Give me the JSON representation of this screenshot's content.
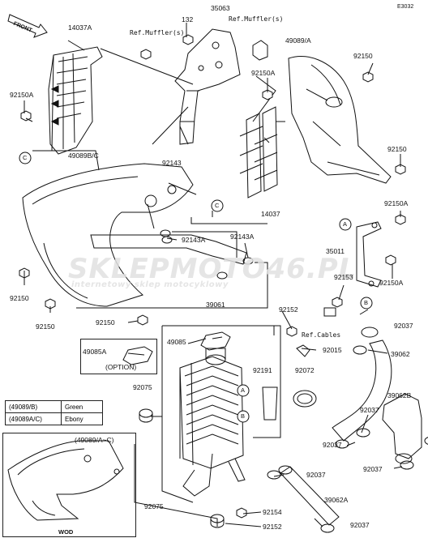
{
  "code": "E3032",
  "front": "FRONT",
  "refs": {
    "muffler_left": "Ref.Muffler(s)",
    "muffler_right": "Ref.Muffler(s)",
    "cables": "Ref.Cables",
    "option": "(OPTION)",
    "wod": "WOD",
    "wod_note": "(49089/A~C)"
  },
  "callouts": {
    "a": "A",
    "b": "B",
    "c": "C"
  },
  "legend": [
    {
      "part": "(49089/B)",
      "color": "Green"
    },
    {
      "part": "(49089A/C)",
      "color": "Ebony"
    }
  ],
  "parts": {
    "p14037a": "14037A",
    "p132": "132",
    "p35063": "35063",
    "p92150a_left": "92150A",
    "p49089a": "49089/A",
    "p92150_r1": "92150",
    "p92150a_mid": "92150A",
    "p92150_r2": "92150",
    "p49089bc": "49089B/C",
    "p92143": "92143",
    "p92150a_r3": "92150A",
    "p14037": "14037",
    "p92143a_1": "92143A",
    "p92143a_2": "92143A",
    "p35011": "35011",
    "p92150_l1": "92150",
    "p92150_l2": "92150",
    "p92153": "92153",
    "p92150a_r4": "92150A",
    "p92150_mid": "92150",
    "p39061": "39061",
    "p92152_1": "92152",
    "p92037_1": "92037",
    "p49085": "49085",
    "p49085a": "49085A",
    "p92015": "92015",
    "p39062": "39062",
    "p92191": "92191",
    "p92072": "92072",
    "p92075_1": "92075",
    "p39062b": "39062B",
    "p92037_2": "92037",
    "p92037_3": "92037",
    "p92037_4": "92037",
    "p92037_5": "92037",
    "p39062a": "39062A",
    "p92037_6": "92037",
    "p92075_2": "92075",
    "p92154": "92154",
    "p92152_2": "92152"
  },
  "watermark": {
    "brand": "SKLEPMOTO46.PL",
    "tagline": "internetowy sklep motocyklowy"
  }
}
